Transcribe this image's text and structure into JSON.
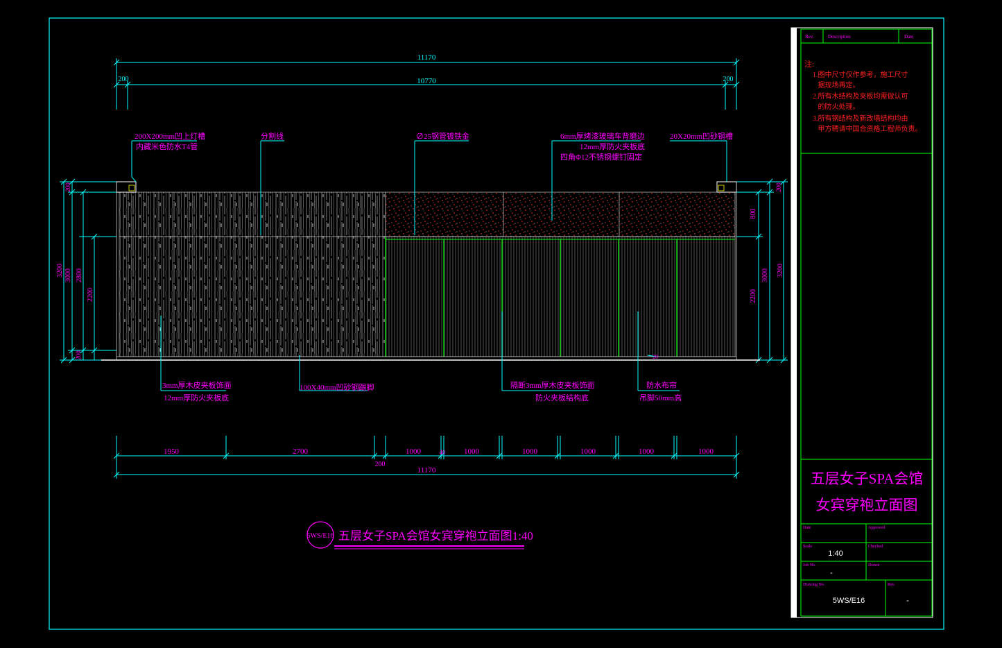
{
  "colors": {
    "background": "#000000",
    "frame": "#00ffff",
    "dimension": "#00ffff",
    "annotation": "#ff00ff",
    "titleblock_grid": "#00ff00",
    "notes": "#ff2020",
    "white": "#ffffff"
  },
  "dimensions_top": {
    "overall": "11170",
    "left_margin": "200",
    "inner": "10770",
    "right_margin": "200"
  },
  "dimensions_left": {
    "total_3200": "3200",
    "d_3000": "3000",
    "d_200_top": "200",
    "d_2800": "2800",
    "d_2200": "2200",
    "d_200_bottom": "200"
  },
  "dimensions_right": {
    "d_200_top": "200",
    "d_800": "800",
    "d_3000": "3000",
    "d_3200": "3200",
    "d_2200": "2200"
  },
  "dimensions_bottom": {
    "seg_1950": "1950",
    "seg_2700": "2700",
    "seg_200": "200",
    "panels": [
      "1000",
      "1000",
      "1000",
      "1000",
      "1000",
      "1000"
    ],
    "gap_40": "40",
    "overall": "11170"
  },
  "callouts_top": {
    "light_slot_l1": "200X200mm凹上灯槽",
    "light_slot_l2": "内藏米色防水T4管",
    "divider": "分割线",
    "pipe": "∅25钢管镀铁金",
    "glass_l1": "6mm厚烤漆玻璃车背磨边",
    "glass_l2": "12mm厚防火夹板底",
    "glass_l3": "四角Φ12不锈钢螺钉固定",
    "channel": "20X20mm凹砂钢槽"
  },
  "callouts_bottom": {
    "veneer_l1": "3mm厚木皮夹板饰面",
    "veneer_l2": "12mm厚防火夹板底",
    "skirting": "100X40mm凹砂钢踢脚",
    "door_l1": "隔断3mm厚木皮夹板饰面",
    "door_l2": "防火夹板结构底",
    "curtain_l1": "防水布帘",
    "curtain_l2": "吊脚50mm高",
    "small_mark": "20"
  },
  "drawing_title": {
    "badge": "5WS/E16",
    "text": "五层女子SPA会馆女宾穿袍立面图1:40"
  },
  "titleblock": {
    "rev_header": "Rev.",
    "description_header": "Description",
    "date_header": "Date",
    "notes_title": "注:",
    "notes": [
      "1.图中尺寸仅作参考，施工尺寸",
      "   据现场再定。",
      "2.所有木结构及夹板均需做认可",
      "   的防火处理。",
      "3.所有钢结构及新改墙结构均由",
      "   甲方聘请中国合资格工程师负责。"
    ],
    "project_title_l1": "五层女子SPA会馆",
    "project_title_l2": "女宾穿袍立面图",
    "date_label": "Date",
    "approved_label": "Approved",
    "scale_label": "Scale",
    "scale_value": "1:40",
    "checked_label": "Checked",
    "job_label": "Job No.",
    "job_value": "-",
    "drawn_label": "Drawn",
    "drawing_no_label": "Drawing No.",
    "drawing_no_value": "5WS/E16",
    "rev_label": "Rev.",
    "rev_value": "-"
  }
}
